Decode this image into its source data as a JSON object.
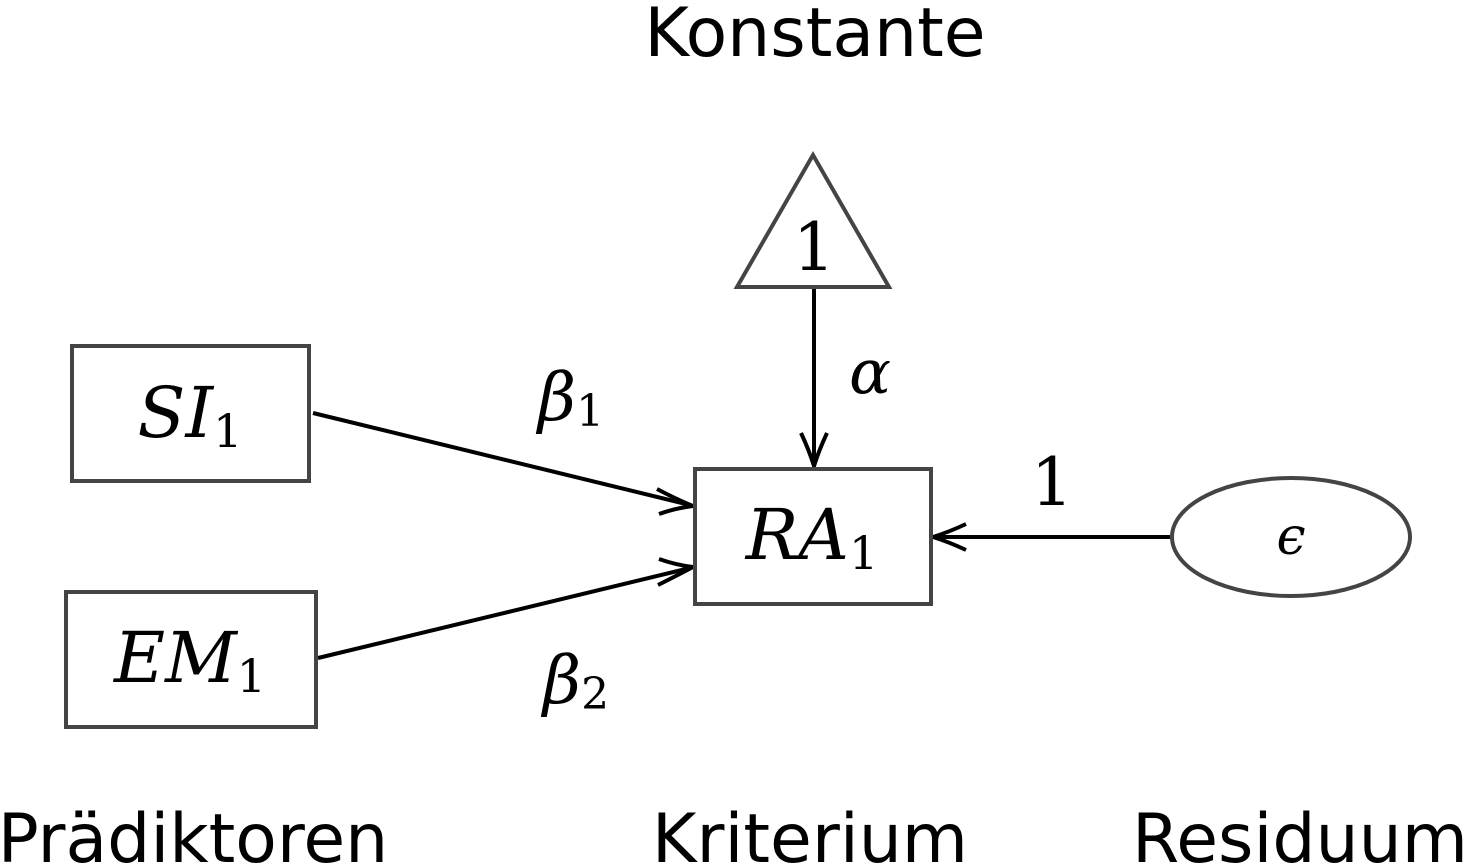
{
  "headings": {
    "top": "Konstante",
    "left": "Prädiktoren",
    "center": "Kriterium",
    "right": "Residuum"
  },
  "nodes": {
    "constant": "1",
    "si": {
      "base": "SI",
      "sub": "1"
    },
    "em": {
      "base": "EM",
      "sub": "1"
    },
    "ra": {
      "base": "RA",
      "sub": "1"
    },
    "residual": "ϵ"
  },
  "edges": {
    "beta1": {
      "base": "β",
      "sub": "1"
    },
    "beta2": {
      "base": "β",
      "sub": "2"
    },
    "alpha": "α",
    "residual_weight": "1"
  },
  "colors": {
    "stroke": "#444444",
    "arrow": "#000000"
  }
}
